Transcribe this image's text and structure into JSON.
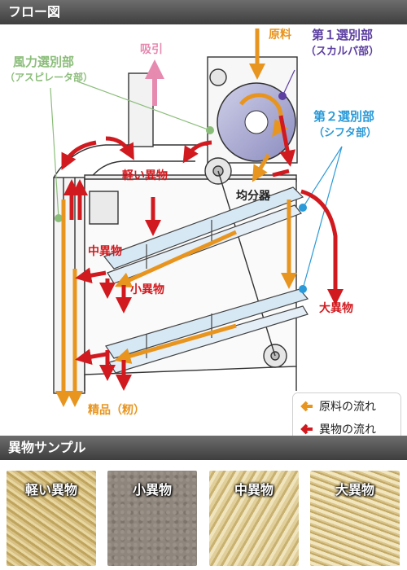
{
  "headers": {
    "flow": "フロー図",
    "samples": "異物サンプル"
  },
  "labels": {
    "raw_material": "原料",
    "first_sorter": "第１選別部",
    "first_sorter_sub": "（スカルパ部）",
    "second_sorter": "第２選別部",
    "second_sorter_sub": "（シフタ部）",
    "wind_sorter": "風力選別部",
    "wind_sorter_sub": "（アスピレータ部）",
    "suction": "吸引",
    "light_foreign": "軽い異物",
    "distributor": "均分器",
    "medium_foreign": "中異物",
    "small_foreign": "小異物",
    "large_foreign": "大異物",
    "product": "精品（籾）"
  },
  "legend": {
    "raw_flow": "原料の流れ",
    "foreign_flow": "異物の流れ"
  },
  "samples": [
    {
      "label": "軽い異物"
    },
    {
      "label": "小異物"
    },
    {
      "label": "中異物"
    },
    {
      "label": "大異物"
    }
  ],
  "colors": {
    "raw_flow": "#e8951f",
    "foreign_flow": "#d11a1f",
    "first_sorter": "#5c3fa0",
    "second_sorter": "#2a9ad8",
    "wind_sorter": "#8bbd7a",
    "suction": "#e78ab0"
  }
}
